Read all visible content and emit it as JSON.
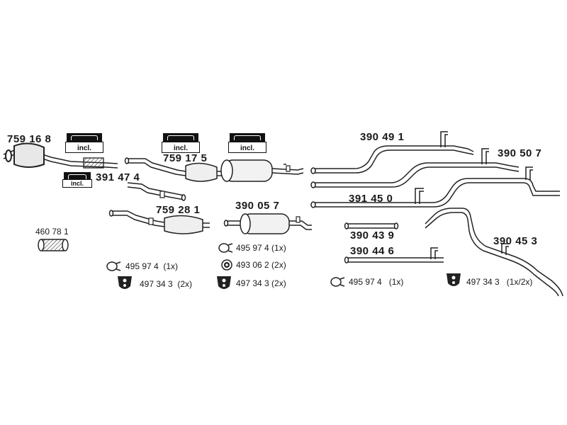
{
  "parts": {
    "p759168": "759 16 8",
    "p391474": "391 47 4",
    "p759175": "759 17 5",
    "p759281": "759 28 1",
    "p390057": "390 05 7",
    "p460781": "460 78 1",
    "p390491": "390 49 1",
    "p390507": "390 50 7",
    "p391450": "391 45 0",
    "p390439": "390 43 9",
    "p390446": "390 44 6",
    "p390453": "390 45 3"
  },
  "kits": {
    "incl": "incl."
  },
  "accessories": {
    "a1": "495 97 4  (1x)",
    "a2": "497 34 3  (2x)",
    "a3": "495 97 4 (1x)",
    "a4": "493 06 2 (2x)",
    "a5": "497 34 3 (2x)",
    "a6": "495 97 4   (1x)",
    "a7": "497 34 3   (1x/2x)"
  }
}
